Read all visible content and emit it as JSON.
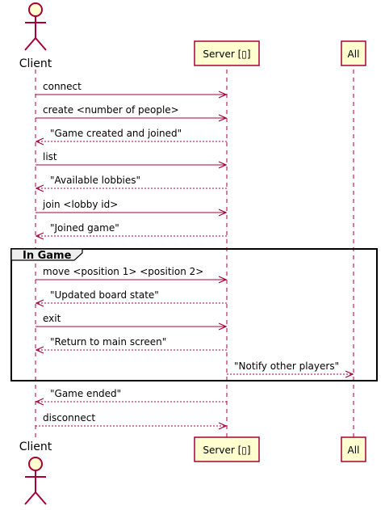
{
  "participants": [
    {
      "id": "client",
      "label": "Client",
      "kind": "actor"
    },
    {
      "id": "server",
      "label": "Server [▯]",
      "kind": "box"
    },
    {
      "id": "all",
      "label": "All",
      "kind": "box"
    }
  ],
  "messages": [
    {
      "from": "client",
      "to": "server",
      "text": "connect",
      "dashed": false
    },
    {
      "from": "client",
      "to": "server",
      "text": "create <number of people>",
      "dashed": false
    },
    {
      "from": "server",
      "to": "client",
      "text": "\"Game created and joined\"",
      "dashed": true
    },
    {
      "from": "client",
      "to": "server",
      "text": "list",
      "dashed": false
    },
    {
      "from": "server",
      "to": "client",
      "text": "\"Available lobbies\"",
      "dashed": true
    },
    {
      "from": "client",
      "to": "server",
      "text": "join <lobby id>",
      "dashed": false
    },
    {
      "from": "server",
      "to": "client",
      "text": "\"Joined game\"",
      "dashed": true
    },
    {
      "from": "client",
      "to": "server",
      "text": "move <position 1> <position 2>",
      "dashed": false
    },
    {
      "from": "server",
      "to": "client",
      "text": "\"Updated board state\"",
      "dashed": true
    },
    {
      "from": "client",
      "to": "server",
      "text": "exit",
      "dashed": false
    },
    {
      "from": "server",
      "to": "client",
      "text": "\"Return to main screen\"",
      "dashed": true
    },
    {
      "from": "server",
      "to": "all",
      "text": "\"Notify other players\"",
      "dashed": true
    },
    {
      "from": "server",
      "to": "client",
      "text": "\"Game ended\"",
      "dashed": true
    },
    {
      "from": "client",
      "to": "server",
      "text": "disconnect",
      "dashed": true
    }
  ],
  "group": {
    "label": "In Game",
    "first_message": 7,
    "last_message": 11
  },
  "colors": {
    "line": "#a80036",
    "participant_fill": "#fefece",
    "frame": "#000000",
    "frame_tab": "#eeeeee",
    "text": "#000000"
  }
}
